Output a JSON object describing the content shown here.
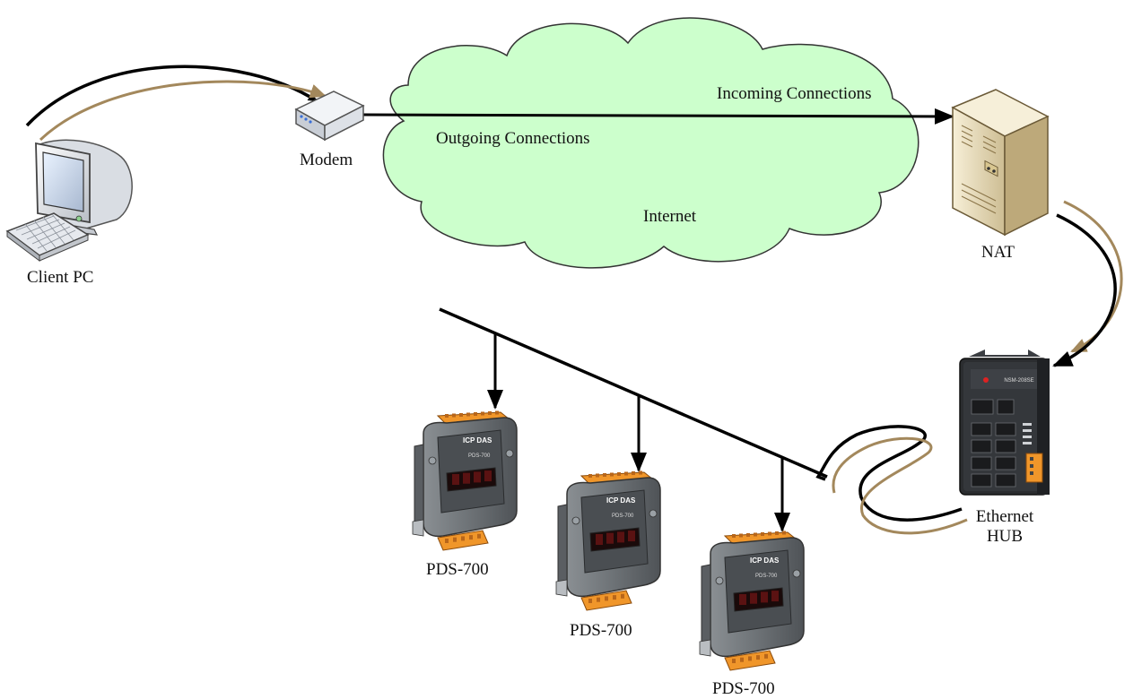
{
  "labels": {
    "client_pc": "Client PC",
    "modem": "Modem",
    "internet": "Internet",
    "incoming": "Incoming Connections",
    "outgoing": "Outgoing Connections",
    "nat": "NAT",
    "hub_line1": "Ethernet",
    "hub_line2": "HUB",
    "pds1": "PDS-700",
    "pds2": "PDS-700",
    "pds3": "PDS-700"
  },
  "devices": {
    "hub_badge": "NSM-208SE",
    "pds_brand": "ICP DAS",
    "pds_model": "PDS-700"
  },
  "colors": {
    "cloud_fill": "#ccffcc",
    "cloud_stroke": "#333333",
    "cable_black": "#000000",
    "cable_tan": "#a3885c",
    "pds_body": "#6d7276",
    "pds_terminal": "#f0962a",
    "hub_body": "#2b2d30",
    "nat_body": "#e9dcb6"
  },
  "icons": [
    "monitor-icon",
    "keyboard-icon",
    "modem-icon",
    "server-icon",
    "ethernet-hub-icon",
    "pds-700-device-icon"
  ]
}
